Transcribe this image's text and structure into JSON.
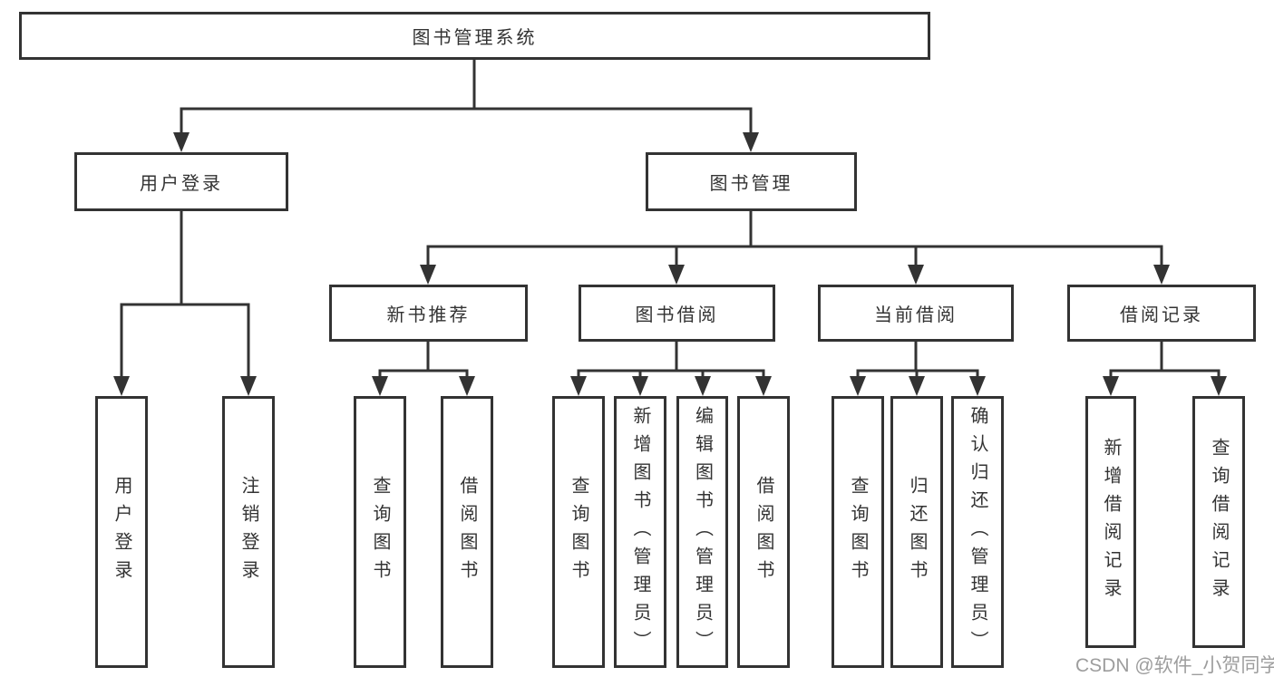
{
  "diagram": {
    "root": "图书管理系统",
    "branches": [
      {
        "label": "用户登录",
        "children": [
          {
            "label": "用户登录"
          },
          {
            "label": "注销登录"
          }
        ]
      },
      {
        "label": "图书管理",
        "children": [
          {
            "label": "新书推荐",
            "children": [
              {
                "label": "查询图书"
              },
              {
                "label": "借阅图书"
              }
            ]
          },
          {
            "label": "图书借阅",
            "children": [
              {
                "label": "查询图书"
              },
              {
                "label": "新增图书（管理员）"
              },
              {
                "label": "编辑图书（管理员）"
              },
              {
                "label": "借阅图书"
              }
            ]
          },
          {
            "label": "当前借阅",
            "children": [
              {
                "label": "查询图书"
              },
              {
                "label": "归还图书"
              },
              {
                "label": "确认归还（管理员）"
              }
            ]
          },
          {
            "label": "借阅记录",
            "children": [
              {
                "label": "新增借阅记录"
              },
              {
                "label": "查询借阅记录"
              }
            ]
          }
        ]
      }
    ]
  },
  "watermark": "CSDN @软件_小贺同学",
  "colors": {
    "line": "#333333",
    "text": "#333333",
    "watermark": "#9d9d9d",
    "background": "#ffffff"
  }
}
